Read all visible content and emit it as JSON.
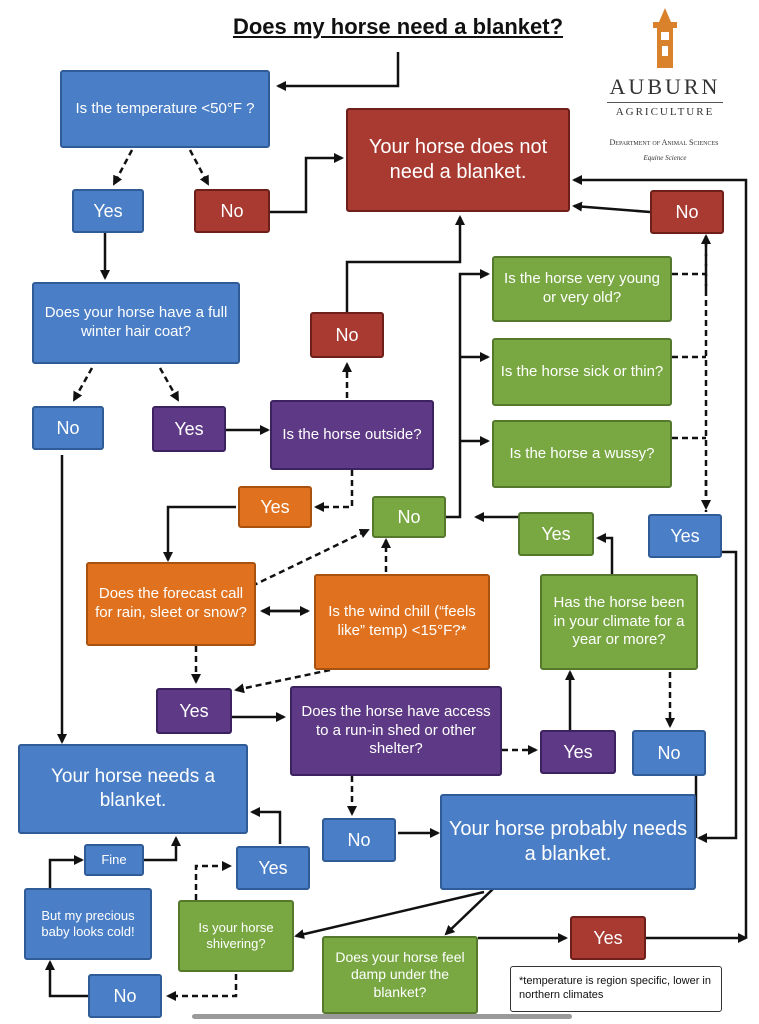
{
  "title": "Does my horse need a blanket?",
  "logo": {
    "name": "AUBURN",
    "sub": "AGRICULTURE",
    "dept": "Department of Animal Sciences",
    "program": "Equine Science"
  },
  "nodes": {
    "q_temp": "Is the temperature <50°F ?",
    "yes_temp": "Yes",
    "no_temp": "No",
    "no_need": "Your horse does not need a blanket.",
    "q_coat": "Does your horse have a full winter hair coat?",
    "no_coat": "No",
    "yes_coat": "Yes",
    "q_outside": "Is the horse outside?",
    "no_outside": "No",
    "yes_outside": "Yes",
    "q_young_old": "Is the horse very young or very old?",
    "q_sick": "Is the horse sick or thin?",
    "q_wussy": "Is the horse a wussy?",
    "no_right": "No",
    "yes_right": "Yes",
    "no_center": "No",
    "q_forecast": "Does the forecast call for rain, sleet or snow?",
    "q_windchill": "Is the wind chill (“feels like” temp) <15°F?*",
    "yes_climate": "Yes",
    "q_climate": "Has the horse been in your climate for a year or more?",
    "yes_weather": "Yes",
    "q_shelter": "Does the horse have access to a run-in shed or other shelter?",
    "yes_shelter": "Yes",
    "no_climate": "No",
    "needs_blanket": "Your horse needs a blanket.",
    "no_shelter": "No",
    "probably_needs": "Your horse probably needs a blanket.",
    "fine": "Fine",
    "yes_shiver": "Yes",
    "precious": "But my precious baby looks cold!",
    "q_shivering": "Is your horse shivering?",
    "q_damp": "Does your horse feel damp under the blanket?",
    "yes_damp": "Yes",
    "no_shiver": "No"
  },
  "footnote": "*temperature is region specific, lower in northern climates",
  "colors": {
    "blue": "#4a7ec6",
    "red": "#a83a32",
    "green": "#79a843",
    "purple": "#5e3a86",
    "orange": "#e0721f"
  }
}
